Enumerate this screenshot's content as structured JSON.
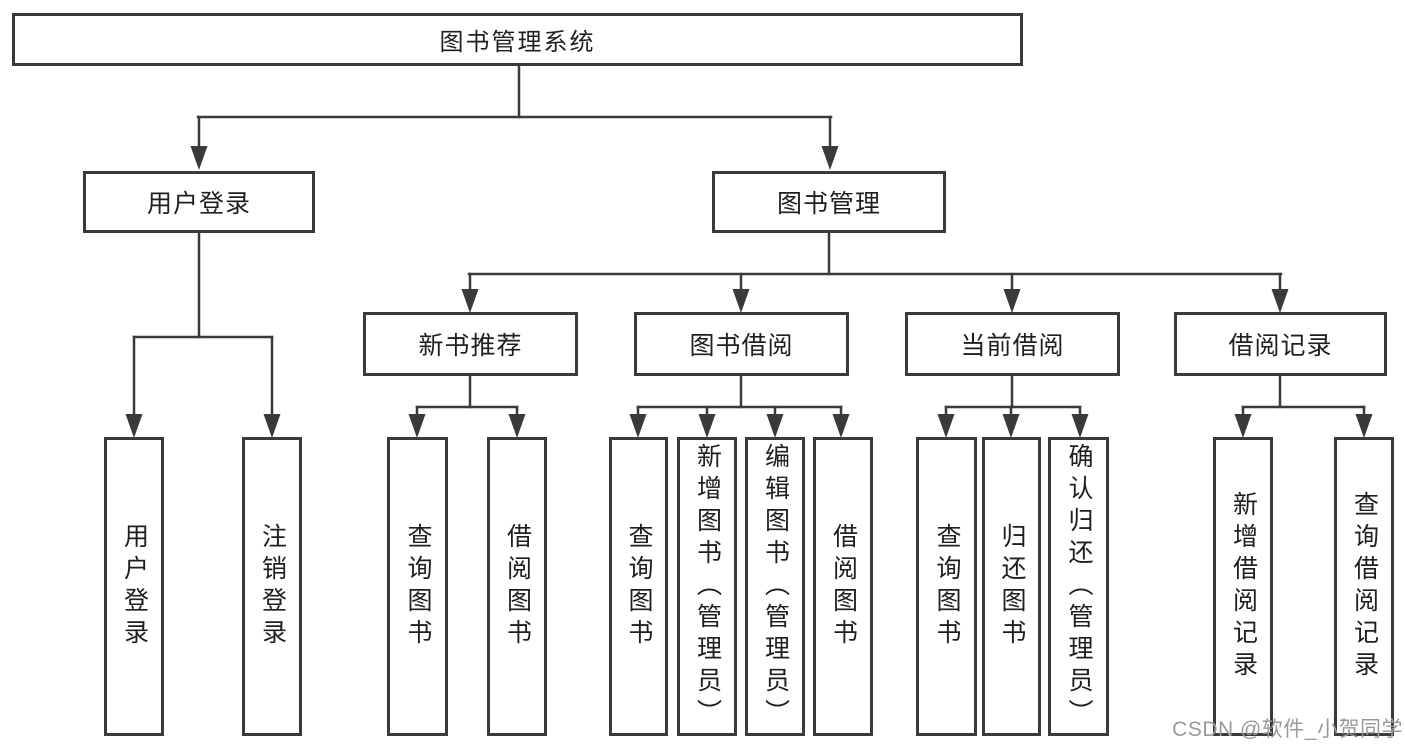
{
  "diagram": {
    "tree": {
      "label": "图书管理系统",
      "children": [
        {
          "label": "用户登录",
          "children": [
            {
              "label": "用户登录"
            },
            {
              "label": "注销登录"
            }
          ]
        },
        {
          "label": "图书管理",
          "children": [
            {
              "label": "新书推荐",
              "children": [
                {
                  "label": "查询图书"
                },
                {
                  "label": "借阅图书"
                }
              ]
            },
            {
              "label": "图书借阅",
              "children": [
                {
                  "label": "查询图书"
                },
                {
                  "label": "新增图书（管理员）"
                },
                {
                  "label": "编辑图书（管理员）"
                },
                {
                  "label": "借阅图书"
                }
              ]
            },
            {
              "label": "当前借阅",
              "children": [
                {
                  "label": "查询图书"
                },
                {
                  "label": "归还图书"
                },
                {
                  "label": "确认归还（管理员）"
                }
              ]
            },
            {
              "label": "借阅记录",
              "children": [
                {
                  "label": "新增借阅记录"
                },
                {
                  "label": "查询借阅记录"
                }
              ]
            }
          ]
        }
      ]
    },
    "colors": {
      "line": "#3a3a3a",
      "box_border": "#3a3a3a",
      "text": "#1f1f1f",
      "watermark": "#9a9a9a",
      "background": "#ffffff"
    }
  },
  "watermark": {
    "text": "CSDN @软件_小贺同学"
  }
}
